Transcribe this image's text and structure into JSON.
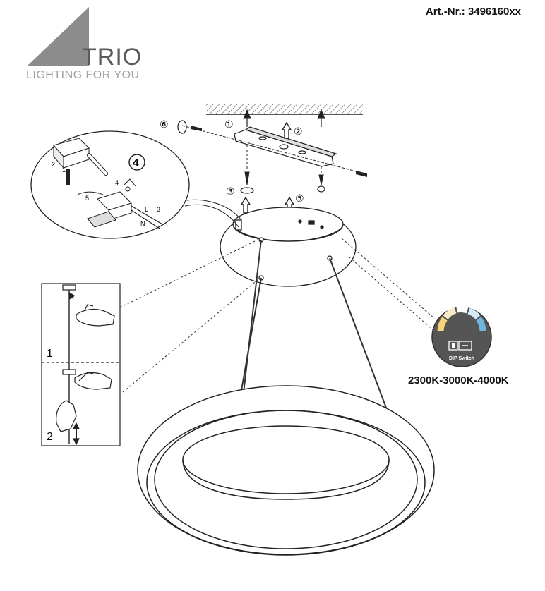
{
  "brand": {
    "name": "TRIO",
    "tagline": "LIGHTING FOR YOU"
  },
  "article": {
    "number_label": "Art.-Nr.: 3496160xx"
  },
  "steps": {
    "s1": "①",
    "s2": "②",
    "s3": "③",
    "s4": "④",
    "s5": "⑤",
    "s6": "⑥"
  },
  "wiring_labels": {
    "n1": "1",
    "n2": "2",
    "n3": "3",
    "n4": "4",
    "n5": "5",
    "L": "L",
    "N": "N"
  },
  "cable_adjust": {
    "step1": "1",
    "step2": "2"
  },
  "dip_switch": {
    "label": "DIP Switch",
    "color_temps": "2300K-3000K-4000K",
    "arc_colors": [
      "#f4d27a",
      "#f7ecc9",
      "#ffffff",
      "#d6eaf6",
      "#6fb6de"
    ]
  }
}
